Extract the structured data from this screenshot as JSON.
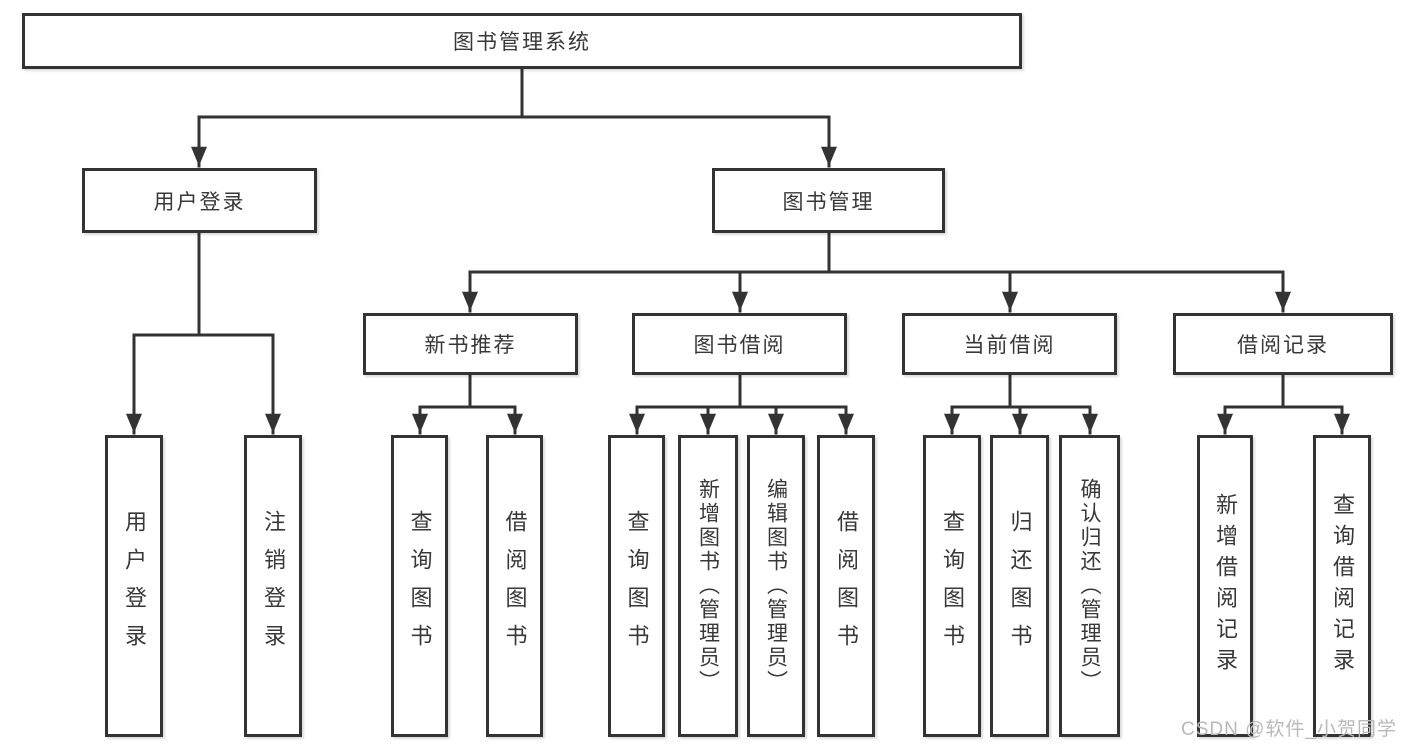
{
  "diagram": {
    "root": {
      "label": "图书管理系统"
    },
    "level2": {
      "user_login": {
        "label": "用户登录"
      },
      "book_management": {
        "label": "图书管理"
      }
    },
    "level3": {
      "new_book_recommend": {
        "label": "新书推荐"
      },
      "book_borrow": {
        "label": "图书借阅"
      },
      "current_borrow": {
        "label": "当前借阅"
      },
      "borrow_record": {
        "label": "借阅记录"
      }
    },
    "leaves": {
      "user_login": {
        "label": "用户登录"
      },
      "logout": {
        "label": "注销登录"
      },
      "nb_query_book": {
        "label": "查询图书"
      },
      "nb_borrow_book": {
        "label": "借阅图书"
      },
      "bb_query_book": {
        "label": "查询图书"
      },
      "bb_add_book": {
        "label": "新增图书（管理员）"
      },
      "bb_edit_book": {
        "label": "编辑图书（管理员）"
      },
      "bb_borrow_book": {
        "label": "借阅图书"
      },
      "cb_query_book": {
        "label": "查询图书"
      },
      "cb_return_book": {
        "label": "归还图书"
      },
      "cb_confirm_return": {
        "label": "确认归还（管理员）"
      },
      "br_add_record": {
        "label": "新增借阅记录"
      },
      "br_query_record": {
        "label": "查询借阅记录"
      }
    }
  },
  "watermark": {
    "text": "CSDN @软件_小贺同学"
  },
  "colors": {
    "line": "#333333",
    "box_border": "#333333",
    "text": "#383838",
    "background": "#ffffff",
    "watermark": "#b9b9b9"
  }
}
